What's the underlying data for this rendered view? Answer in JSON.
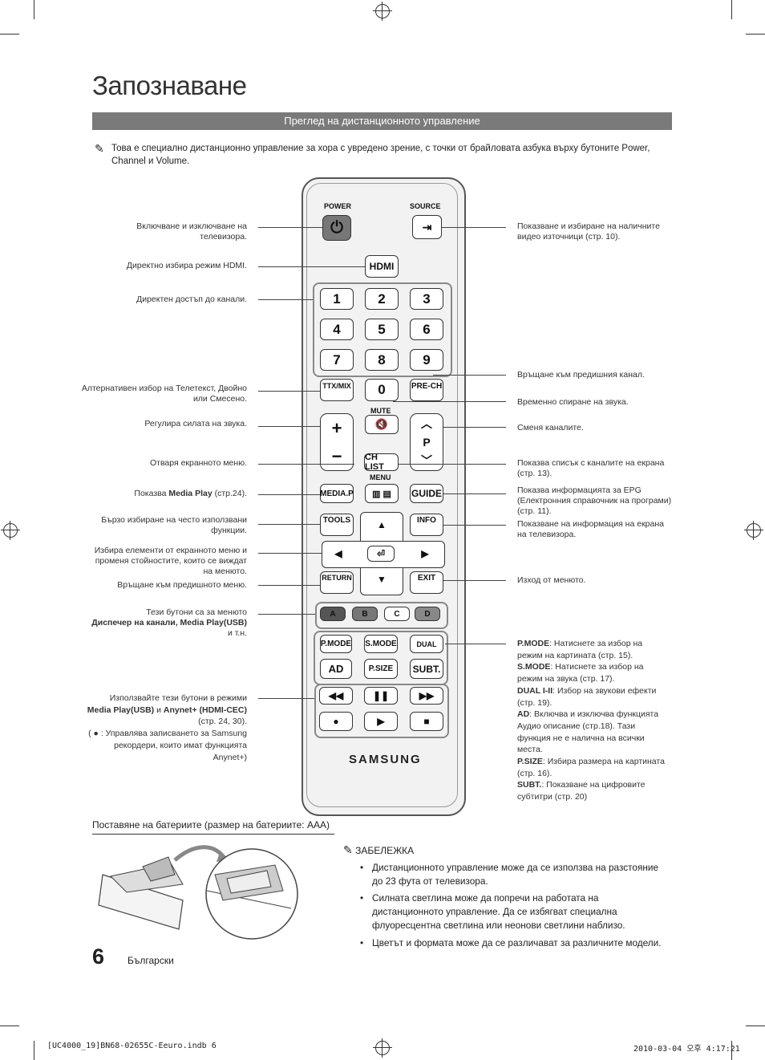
{
  "page": {
    "title": "Запознаване",
    "section_bar": "Преглед на дистанционното управление",
    "intro": "Това е специално дистанционно управление за хора с увредено зрение, с точки от брайловата азбука върху бутоните Power, Channel и Volume.",
    "page_number": "6",
    "language": "Български",
    "footer_left": "[UC4000_19]BN68-02655C-Eeuro.indb   6",
    "footer_right": "2010-03-04   오후 4:17:21"
  },
  "left_labels": {
    "power": "Включване и изключване на телевизора.",
    "hdmi": "Директно избира режим HDMI.",
    "channels": "Директен достъп до канали.",
    "ttx_1": "Алтернативен избор на Телетекст, Двойно",
    "ttx_2": "или Смесено.",
    "volume": "Регулира силата на звука.",
    "menu": "Отваря екранното меню.",
    "mediap_pre": "Показва ",
    "mediap_bold": "Media Play",
    "mediap_post": " (стр.24).",
    "tools_1": "Бързо избиране на често използвани",
    "tools_2": "функции.",
    "nav_1": "Избира елементи от екранното меню и",
    "nav_2": "променя стойностите, които се виждат",
    "nav_3": "на менюто.",
    "return": "Връщане към предишното меню.",
    "color_1": "Тези бутони са за менюто",
    "color_2": "Диспечер на канали, Media Play(USB)",
    "color_3": "и т.н.",
    "play_1": "Използвайте тези бутони в режими",
    "play_2a": "Media Play(USB)",
    "play_2b": "  и  ",
    "play_2c": "Anynet+ (HDMI-CEC)",
    "play_3": "(стр. 24, 30).",
    "play_4": "( ● : Управлява записването за Samsung",
    "play_5": "рекордери, които имат функцията Anynet+)"
  },
  "right_labels": {
    "source_1": "Показване и избиране на наличните",
    "source_2": "видео източници (стр. 10).",
    "prech": "Връщане към предишния канал.",
    "mute": "Временно спиране на звука.",
    "channel": "Сменя каналите.",
    "chlist_1": "Показва списък с каналите на екрана",
    "chlist_2": "(стр. 13).",
    "guide_1": "Показва информацията за EPG",
    "guide_2": "(Електронния справочник на програми)",
    "guide_3": "(стр. 11).",
    "info_1": "Показване на  информация на екрана",
    "info_2": "на телевизора.",
    "exit": "Изход от менюто.",
    "pmode_b": "P.MODE",
    "pmode_t1": ": Натиснете за избор на",
    "pmode_t2": "режим на картината (стр. 15).",
    "smode_b": "S.MODE",
    "smode_t1": ": Натиснете за избор на",
    "smode_t2": "режим на звука (стр. 17).",
    "dual_b": "DUAL I-II",
    "dual_t1": ": Избор на звукови ефекти",
    "dual_t2": "(стр. 19).",
    "ad_b": "AD",
    "ad_t1": ": Включва и изключва функцията",
    "ad_t2": "Аудио описание (стр.18). Тази",
    "ad_t3": "функция не е налична на всички",
    "ad_t4": "места.",
    "psize_b": "P.SIZE",
    "psize_t1": ": Избира размера на картината",
    "psize_t2": "(стр. 16).",
    "subt_b": "SUBT.",
    "subt_t1": ": Показване на цифровите",
    "subt_t2": "субтитри (стр. 20)"
  },
  "remote": {
    "power": "POWER",
    "source": "SOURCE",
    "hdmi": "HDMI",
    "digits": [
      "1",
      "2",
      "3",
      "4",
      "5",
      "6",
      "7",
      "8",
      "9"
    ],
    "zero": "0",
    "ttx": "TTX/MIX",
    "prech": "PRE-CH",
    "mute": "MUTE",
    "p": "P",
    "chlist": "CH LIST",
    "menu": "MENU",
    "mediap": "MEDIA.P",
    "guide": "GUIDE",
    "tools": "TOOLS",
    "info": "INFO",
    "return": "RETURN",
    "exit": "EXIT",
    "a": "A",
    "b": "B",
    "c": "C",
    "d": "D",
    "pmode": "P.MODE",
    "smode": "S.MODE",
    "dual": "DUAL",
    "ad": "AD",
    "psize": "P.SIZE",
    "subt": "SUBT.",
    "brand": "SAMSUNG"
  },
  "batteries": {
    "title": "Поставяне на батериите (размер на батериите: AAA)"
  },
  "note": {
    "heading": "ЗАБЕЛЕЖКА",
    "items": [
      "Дистанционното управление може да се използва на разстояние до 23 фута от телевизора.",
      "Силната светлина може да попречи на работата на дистанционното управление. Да се избягват специална флуоресцентна светлина или неонови светлини наблизо.",
      "Цветът и формата може да се различават за различните модели."
    ]
  },
  "colors": {
    "bar": "#7a7a7a",
    "btn_a": "#555555",
    "btn_b": "#777777",
    "btn_d": "#888888"
  }
}
